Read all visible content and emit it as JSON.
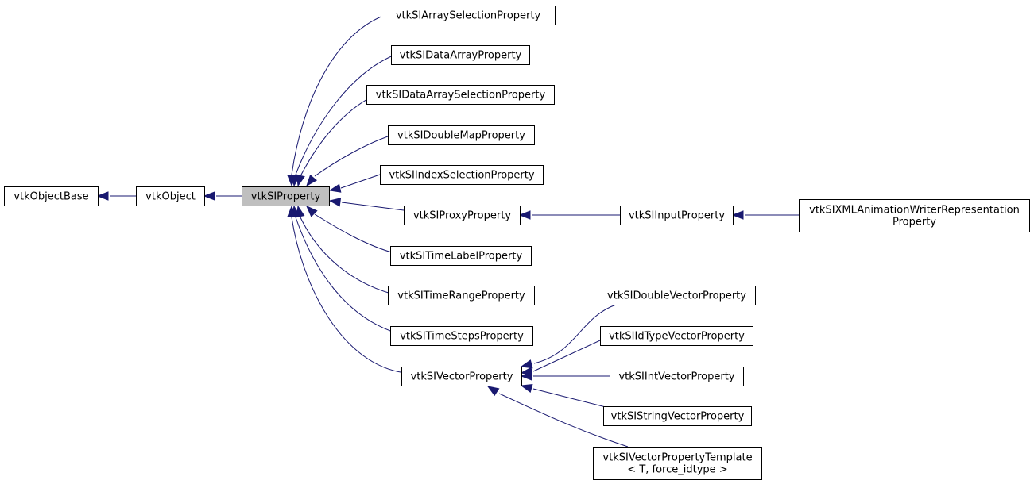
{
  "diagram": {
    "title": "",
    "colors": {
      "edge": "#191970",
      "highlight_fill": "#bfbfbf",
      "box_border": "#000000",
      "box_fill": "#ffffff"
    },
    "nodes": [
      {
        "id": "object-base",
        "lines": [
          "vtkObjectBase"
        ]
      },
      {
        "id": "object",
        "lines": [
          "vtkObject"
        ]
      },
      {
        "id": "si-property",
        "lines": [
          "vtkSIProperty"
        ],
        "highlight": true
      },
      {
        "id": "si-array-selection-property",
        "lines": [
          "vtkSIArraySelectionProperty"
        ]
      },
      {
        "id": "si-data-array-property",
        "lines": [
          "vtkSIDataArrayProperty"
        ]
      },
      {
        "id": "si-data-array-selection-property",
        "lines": [
          "vtkSIDataArraySelectionProperty"
        ]
      },
      {
        "id": "si-double-map-property",
        "lines": [
          "vtkSIDoubleMapProperty"
        ]
      },
      {
        "id": "si-index-selection-property",
        "lines": [
          "vtkSIIndexSelectionProperty"
        ]
      },
      {
        "id": "si-proxy-property",
        "lines": [
          "vtkSIProxyProperty"
        ]
      },
      {
        "id": "si-time-label-property",
        "lines": [
          "vtkSITimeLabelProperty"
        ]
      },
      {
        "id": "si-time-range-property",
        "lines": [
          "vtkSITimeRangeProperty"
        ]
      },
      {
        "id": "si-time-steps-property",
        "lines": [
          "vtkSITimeStepsProperty"
        ]
      },
      {
        "id": "si-vector-property",
        "lines": [
          "vtkSIVectorProperty"
        ]
      },
      {
        "id": "si-input-property",
        "lines": [
          "vtkSIInputProperty"
        ]
      },
      {
        "id": "si-xml-animation-writer-representation-property",
        "lines": [
          "vtkSIXMLAnimationWriterRepresentation",
          "Property"
        ]
      },
      {
        "id": "si-double-vector-property",
        "lines": [
          "vtkSIDoubleVectorProperty"
        ]
      },
      {
        "id": "si-id-type-vector-property",
        "lines": [
          "vtkSIIdTypeVectorProperty"
        ]
      },
      {
        "id": "si-int-vector-property",
        "lines": [
          "vtkSIIntVectorProperty"
        ]
      },
      {
        "id": "si-string-vector-property",
        "lines": [
          "vtkSIStringVectorProperty"
        ]
      },
      {
        "id": "si-vector-property-template",
        "lines": [
          "vtkSIVectorPropertyTemplate",
          "< T, force_idtype >"
        ]
      }
    ],
    "edges": [
      {
        "from": "object",
        "to": "object-base"
      },
      {
        "from": "si-property",
        "to": "object"
      },
      {
        "from": "si-array-selection-property",
        "to": "si-property"
      },
      {
        "from": "si-data-array-property",
        "to": "si-property"
      },
      {
        "from": "si-data-array-selection-property",
        "to": "si-property"
      },
      {
        "from": "si-double-map-property",
        "to": "si-property"
      },
      {
        "from": "si-index-selection-property",
        "to": "si-property"
      },
      {
        "from": "si-proxy-property",
        "to": "si-property"
      },
      {
        "from": "si-time-label-property",
        "to": "si-property"
      },
      {
        "from": "si-time-range-property",
        "to": "si-property"
      },
      {
        "from": "si-time-steps-property",
        "to": "si-property"
      },
      {
        "from": "si-vector-property",
        "to": "si-property"
      },
      {
        "from": "si-input-property",
        "to": "si-proxy-property"
      },
      {
        "from": "si-xml-animation-writer-representation-property",
        "to": "si-input-property"
      },
      {
        "from": "si-double-vector-property",
        "to": "si-vector-property"
      },
      {
        "from": "si-id-type-vector-property",
        "to": "si-vector-property"
      },
      {
        "from": "si-int-vector-property",
        "to": "si-vector-property"
      },
      {
        "from": "si-string-vector-property",
        "to": "si-vector-property"
      },
      {
        "from": "si-vector-property-template",
        "to": "si-vector-property"
      }
    ]
  }
}
